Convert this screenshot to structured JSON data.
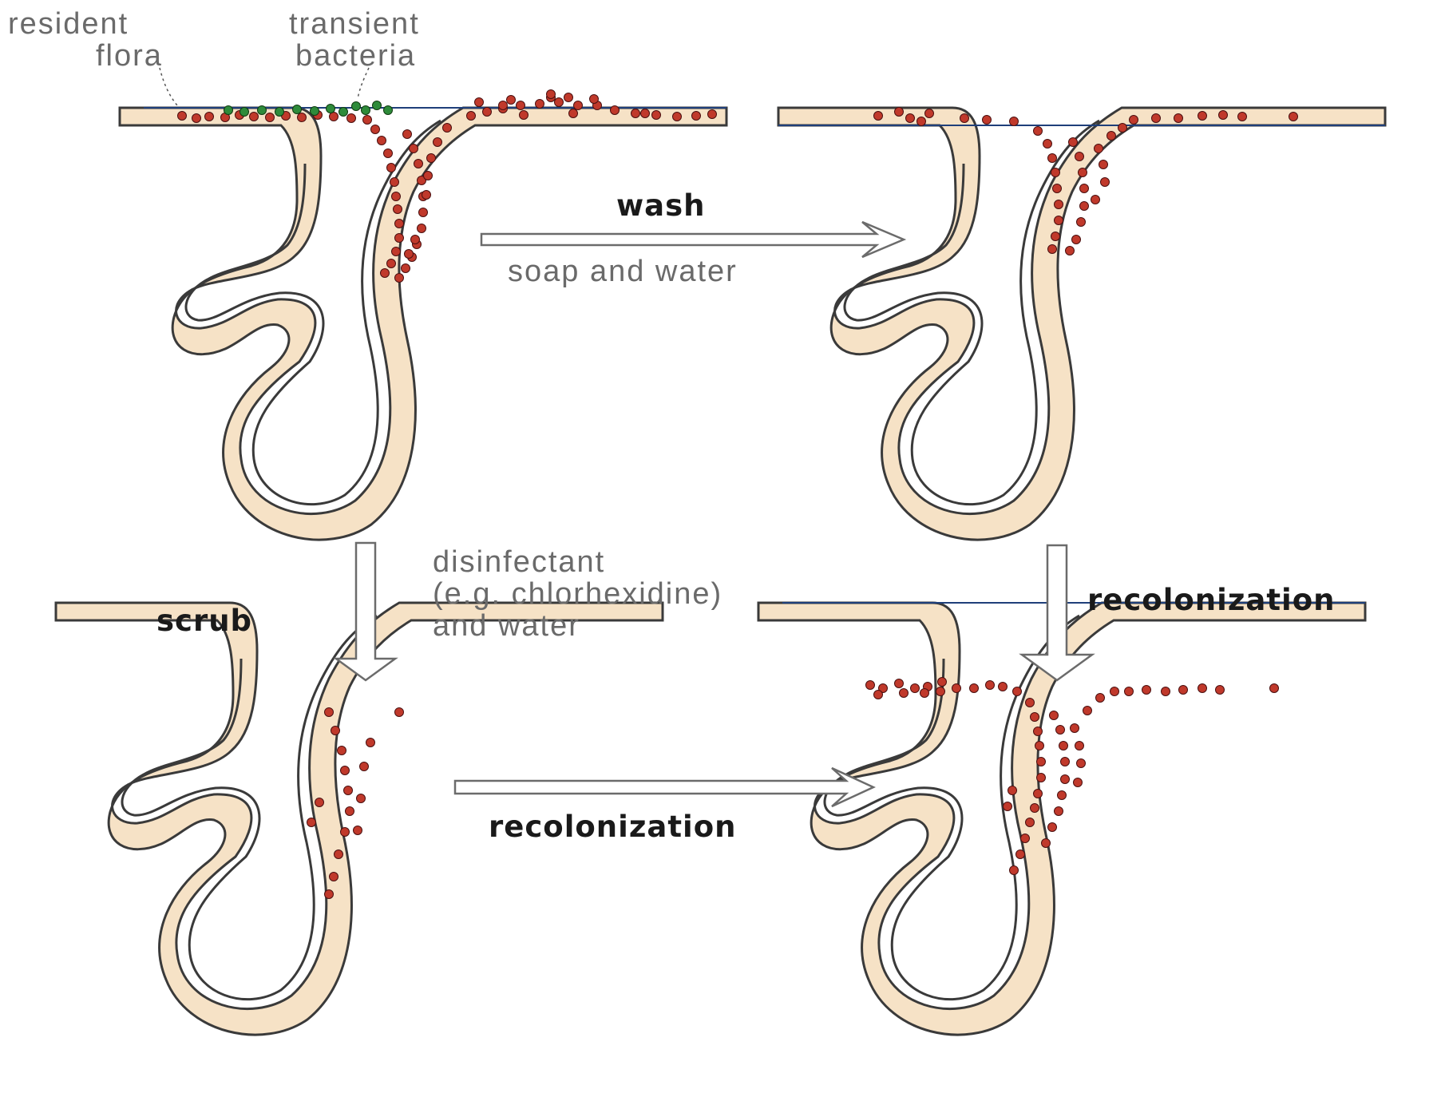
{
  "labels": {
    "resident_flora_line1": "resident",
    "resident_flora_line2": "flora",
    "transient_bacteria_line1": "transient",
    "transient_bacteria_line2": "bacteria",
    "wash": "wash",
    "soap_and_water": "soap and water",
    "scrub": "scrub",
    "disinfectant_line1": "disinfectant",
    "disinfectant_line2": "(e.g. chlorhexidine)",
    "disinfectant_line3": "and water",
    "recolonization_right": "recolonization",
    "recolonization_bottom": "recolonization"
  },
  "colors": {
    "skin": "#f6e2c6",
    "resident_flora": "#c0392b",
    "transient_bacteria": "#2e8b3a",
    "surface_line": "#1f3f7a"
  }
}
